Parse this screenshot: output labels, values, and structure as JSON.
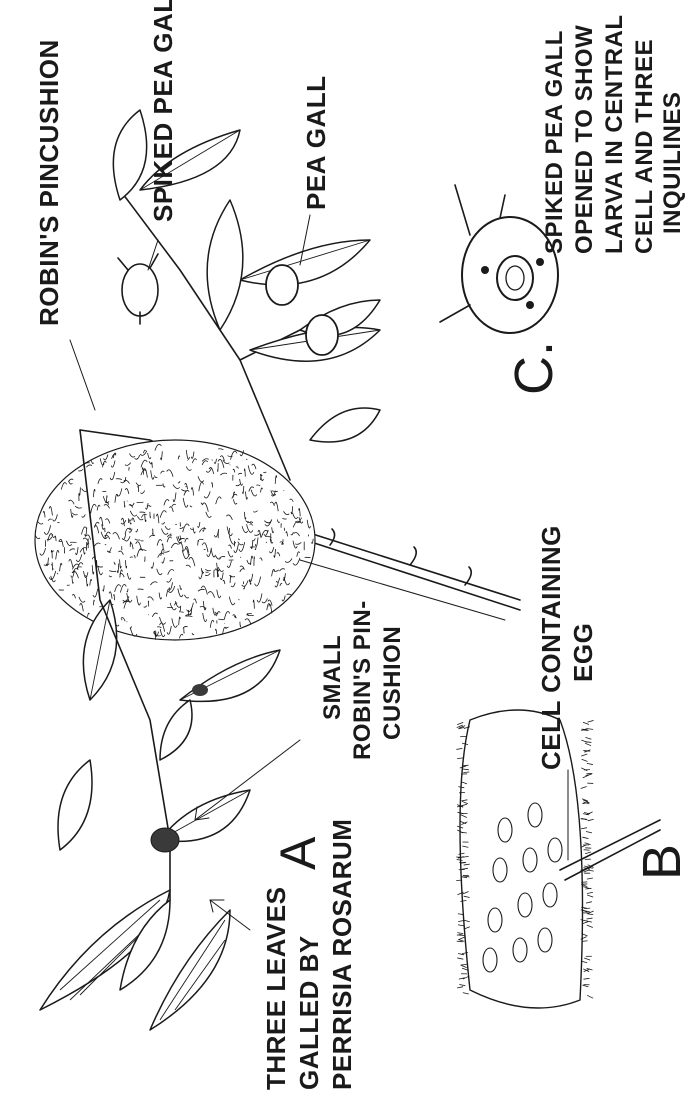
{
  "labels": {
    "spiked_pea_gall": "SPIKED PEA GALL",
    "robins_pincushion": "ROBIN'S PINCUSHION",
    "pea_gall": "PEA GALL",
    "spiked_opened_1": "SPIKED PEA GALL",
    "spiked_opened_2": "OPENED TO SHOW",
    "spiked_opened_3": "LARVA IN CENTRAL",
    "spiked_opened_4": "CELL AND THREE",
    "spiked_opened_5": "INQUILINES",
    "fig_c": "C.",
    "cell_egg_1": "CELL CONTAINING",
    "cell_egg_2": "EGG",
    "small_robin_1": "SMALL",
    "small_robin_2": "ROBIN'S PIN-",
    "small_robin_3": "CUSHION",
    "fig_a": "A",
    "three_leaves_1": "THREE LEAVES",
    "three_leaves_2": "GALLED BY",
    "three_leaves_3": "PERRISIA ROSARUM",
    "fig_b": "B"
  }
}
